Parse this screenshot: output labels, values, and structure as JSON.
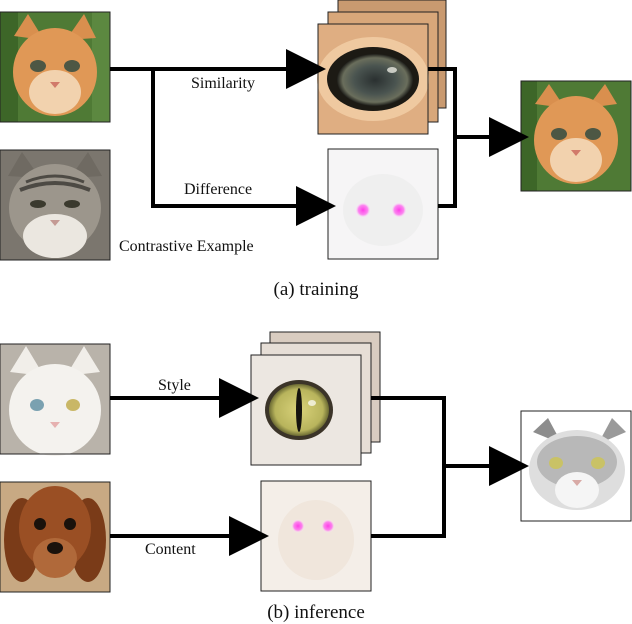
{
  "training": {
    "caption": "(a) training",
    "similarity_label": "Similarity",
    "difference_label": "Difference",
    "contrastive_label": "Contrastive Example"
  },
  "inference": {
    "caption": "(b) inference",
    "style_label": "Style",
    "content_label": "Content"
  },
  "colors": {
    "arrow": "#000000",
    "ginger_fur": "#d98f4e",
    "tabby_fur": "#8f8a82",
    "white_cat_fur": "#f2f0ec",
    "dog_fur": "#9a4f24",
    "grass": "#4f7a35",
    "eye_highlight": "#ff3ee8"
  }
}
